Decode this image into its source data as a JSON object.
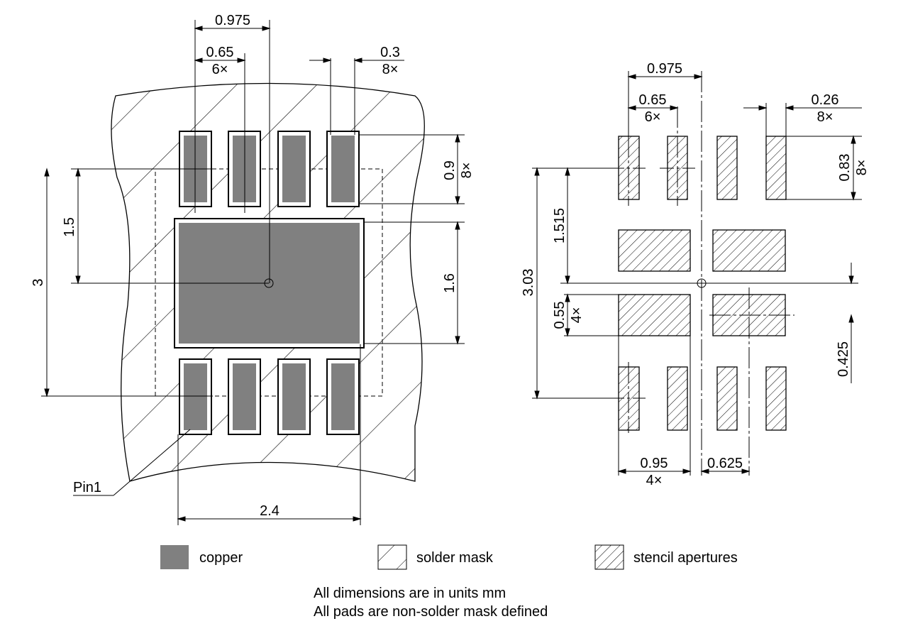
{
  "colors": {
    "copper": "#808080",
    "line": "#000000",
    "background": "#ffffff"
  },
  "left_view": {
    "pitch": "0.975",
    "pad_width": "0.65",
    "pad_width_count": "6×",
    "pad_gap": "0.3",
    "pad_gap_count": "8×",
    "pad_height": "0.9",
    "pad_height_count": "8×",
    "row_offset": "1.5",
    "row_pitch": "3",
    "center_pad_height": "1.6",
    "center_pad_width": "2.4",
    "pin1_label": "Pin1"
  },
  "right_view": {
    "pitch": "0.975",
    "pad_width": "0.65",
    "pad_width_count": "6×",
    "pad_gap": "0.26",
    "pad_gap_count": "8×",
    "pad_height": "0.83",
    "pad_height_count": "8×",
    "row_offset": "1.515",
    "row_pitch": "3.03",
    "aperture_height": "0.55",
    "aperture_height_count": "4×",
    "aperture_offset": "0.425",
    "aperture_width": "0.95",
    "aperture_width_count": "4×",
    "aperture_gap": "0.625"
  },
  "legend": {
    "copper": "copper",
    "solder_mask": "solder mask",
    "stencil": "stencil apertures"
  },
  "notes": {
    "line1": "All dimensions are in units mm",
    "line2": "All pads are non-solder mask defined"
  }
}
